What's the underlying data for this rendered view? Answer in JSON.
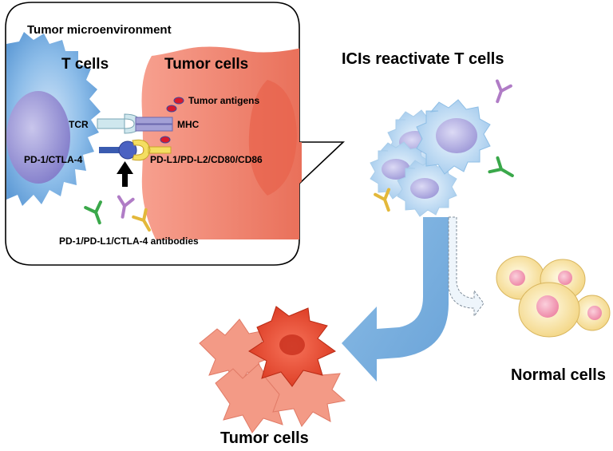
{
  "inset": {
    "title": "Tumor microenvironment",
    "t_cells_label": "T cells",
    "tumor_cells_label": "Tumor cells",
    "tumor_antigens_label": "Tumor antigens",
    "tcr_label": "TCR",
    "mhc_label": "MHC",
    "pd1_ctla4_label": "PD-1/CTLA-4",
    "ligands_label": "PD-L1/PD-L2/CD80/CD86",
    "antibodies_label": "PD-1/PD-L1/CTLA-4 antibodies"
  },
  "main": {
    "reactivate_label": "ICIs reactivate T cells",
    "normal_cells_label": "Normal cells",
    "tumor_cells_label": "Tumor cells"
  },
  "colors": {
    "t_cell": "#7fb6e6",
    "tumor_cell": "#f08c78",
    "activated_t_cell": "#bcd9f2",
    "normal_cell": "#f9e4a0",
    "arrow": "#7fb3e0",
    "antibody_green": "#3aa84a",
    "antibody_purple": "#b07cc6",
    "antibody_yellow": "#e3b83a"
  }
}
